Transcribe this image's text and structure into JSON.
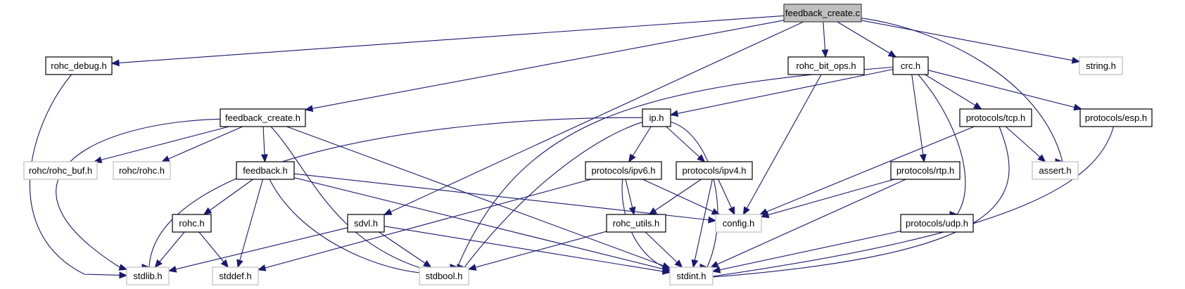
{
  "graph": {
    "type": "include-dependency-graph",
    "root": "feedback_create.c",
    "colors": {
      "edge": "#191970",
      "root_fill": "#bfbfbf",
      "root_border": "#404040",
      "documented_border": "#000000",
      "undocumented_border": "#bfbfbf",
      "node_fill": "#ffffff"
    },
    "nodes": [
      {
        "id": "feedback_create_c",
        "label": "feedback_create.c",
        "kind": "root"
      },
      {
        "id": "rohc_debug_h",
        "label": "rohc_debug.h",
        "kind": "documented"
      },
      {
        "id": "rohc_bit_ops_h",
        "label": "rohc_bit_ops.h",
        "kind": "documented"
      },
      {
        "id": "crc_h",
        "label": "crc.h",
        "kind": "documented"
      },
      {
        "id": "string_h",
        "label": "string.h",
        "kind": "external"
      },
      {
        "id": "feedback_create_h",
        "label": "feedback_create.h",
        "kind": "documented"
      },
      {
        "id": "ip_h",
        "label": "ip.h",
        "kind": "documented"
      },
      {
        "id": "protocols_tcp_h",
        "label": "protocols/tcp.h",
        "kind": "documented"
      },
      {
        "id": "protocols_esp_h",
        "label": "protocols/esp.h",
        "kind": "documented"
      },
      {
        "id": "rohc_rohc_buf_h",
        "label": "rohc/rohc_buf.h",
        "kind": "external"
      },
      {
        "id": "rohc_rohc_h",
        "label": "rohc/rohc.h",
        "kind": "external"
      },
      {
        "id": "feedback_h",
        "label": "feedback.h",
        "kind": "documented"
      },
      {
        "id": "protocols_ipv6_h",
        "label": "protocols/ipv6.h",
        "kind": "documented"
      },
      {
        "id": "protocols_ipv4_h",
        "label": "protocols/ipv4.h",
        "kind": "documented"
      },
      {
        "id": "protocols_rtp_h",
        "label": "protocols/rtp.h",
        "kind": "documented"
      },
      {
        "id": "assert_h",
        "label": "assert.h",
        "kind": "external"
      },
      {
        "id": "rohc_h",
        "label": "rohc.h",
        "kind": "documented"
      },
      {
        "id": "sdvl_h",
        "label": "sdvl.h",
        "kind": "documented"
      },
      {
        "id": "rohc_utils_h",
        "label": "rohc_utils.h",
        "kind": "documented"
      },
      {
        "id": "config_h",
        "label": "config.h",
        "kind": "external"
      },
      {
        "id": "protocols_udp_h",
        "label": "protocols/udp.h",
        "kind": "documented"
      },
      {
        "id": "stdlib_h",
        "label": "stdlib.h",
        "kind": "external"
      },
      {
        "id": "stddef_h",
        "label": "stddef.h",
        "kind": "external"
      },
      {
        "id": "stdbool_h",
        "label": "stdbool.h",
        "kind": "external"
      },
      {
        "id": "stdint_h",
        "label": "stdint.h",
        "kind": "external"
      }
    ],
    "edges": [
      {
        "from": "feedback_create_c",
        "to": "rohc_debug_h"
      },
      {
        "from": "feedback_create_c",
        "to": "feedback_create_h"
      },
      {
        "from": "feedback_create_c",
        "to": "sdvl_h"
      },
      {
        "from": "feedback_create_c",
        "to": "rohc_bit_ops_h"
      },
      {
        "from": "feedback_create_c",
        "to": "crc_h"
      },
      {
        "from": "feedback_create_c",
        "to": "assert_h"
      },
      {
        "from": "feedback_create_c",
        "to": "string_h"
      },
      {
        "from": "rohc_debug_h",
        "to": "stdlib_h"
      },
      {
        "from": "feedback_create_h",
        "to": "stdlib_h"
      },
      {
        "from": "feedback_create_h",
        "to": "rohc_rohc_buf_h"
      },
      {
        "from": "feedback_create_h",
        "to": "rohc_rohc_h"
      },
      {
        "from": "feedback_create_h",
        "to": "feedback_h"
      },
      {
        "from": "feedback_create_h",
        "to": "stdbool_h"
      },
      {
        "from": "feedback_create_h",
        "to": "stdint_h"
      },
      {
        "from": "feedback_h",
        "to": "rohc_h"
      },
      {
        "from": "feedback_h",
        "to": "stddef_h"
      },
      {
        "from": "feedback_h",
        "to": "stdbool_h"
      },
      {
        "from": "feedback_h",
        "to": "stdint_h"
      },
      {
        "from": "feedback_h",
        "to": "config_h"
      },
      {
        "from": "rohc_h",
        "to": "stdlib_h"
      },
      {
        "from": "rohc_h",
        "to": "stddef_h"
      },
      {
        "from": "sdvl_h",
        "to": "stdlib_h"
      },
      {
        "from": "sdvl_h",
        "to": "stdbool_h"
      },
      {
        "from": "sdvl_h",
        "to": "stdint_h"
      },
      {
        "from": "rohc_bit_ops_h",
        "to": "config_h"
      },
      {
        "from": "crc_h",
        "to": "ip_h"
      },
      {
        "from": "crc_h",
        "to": "stdbool_h"
      },
      {
        "from": "crc_h",
        "to": "protocols_tcp_h"
      },
      {
        "from": "crc_h",
        "to": "protocols_esp_h"
      },
      {
        "from": "crc_h",
        "to": "protocols_rtp_h"
      },
      {
        "from": "crc_h",
        "to": "protocols_udp_h"
      },
      {
        "from": "ip_h",
        "to": "stdlib_h"
      },
      {
        "from": "ip_h",
        "to": "stdbool_h"
      },
      {
        "from": "ip_h",
        "to": "protocols_ipv6_h"
      },
      {
        "from": "ip_h",
        "to": "protocols_ipv4_h"
      },
      {
        "from": "ip_h",
        "to": "stdint_h"
      },
      {
        "from": "protocols_ipv6_h",
        "to": "stddef_h"
      },
      {
        "from": "protocols_ipv6_h",
        "to": "rohc_utils_h"
      },
      {
        "from": "protocols_ipv6_h",
        "to": "config_h"
      },
      {
        "from": "protocols_ipv6_h",
        "to": "stdint_h"
      },
      {
        "from": "protocols_ipv4_h",
        "to": "rohc_utils_h"
      },
      {
        "from": "protocols_ipv4_h",
        "to": "config_h"
      },
      {
        "from": "protocols_ipv4_h",
        "to": "stdint_h"
      },
      {
        "from": "rohc_utils_h",
        "to": "stdbool_h"
      },
      {
        "from": "rohc_utils_h",
        "to": "stdint_h"
      },
      {
        "from": "protocols_tcp_h",
        "to": "config_h"
      },
      {
        "from": "protocols_tcp_h",
        "to": "assert_h"
      },
      {
        "from": "protocols_tcp_h",
        "to": "stdint_h"
      },
      {
        "from": "protocols_esp_h",
        "to": "stdint_h"
      },
      {
        "from": "protocols_rtp_h",
        "to": "config_h"
      },
      {
        "from": "protocols_rtp_h",
        "to": "stdint_h"
      },
      {
        "from": "protocols_udp_h",
        "to": "stdint_h"
      }
    ]
  }
}
